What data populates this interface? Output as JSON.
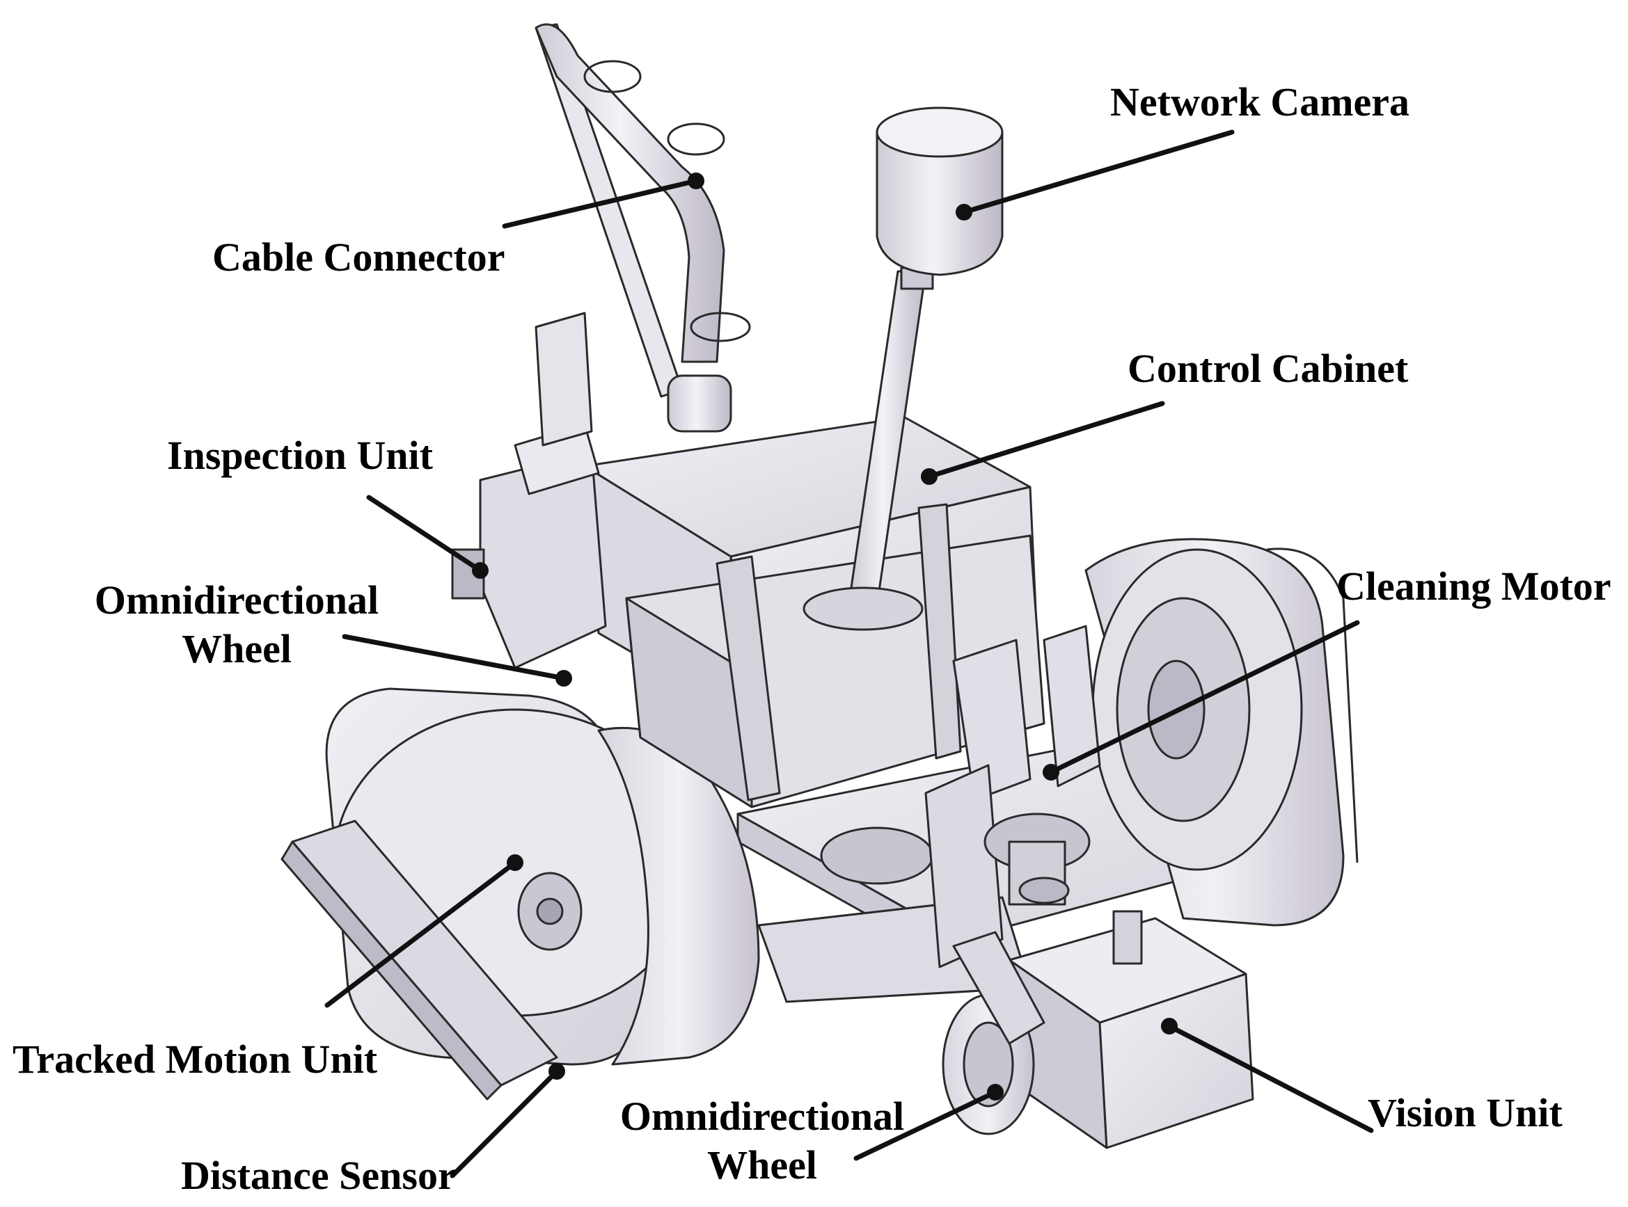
{
  "diagram": {
    "labels": {
      "network_camera": "Network Camera",
      "cable_connector": "Cable Connector",
      "control_cabinet": "Control Cabinet",
      "inspection_unit": "Inspection Unit",
      "omni_wheel_top_line1": "Omnidirectional",
      "omni_wheel_top_line2": "Wheel",
      "cleaning_motor": "Cleaning Motor",
      "tracked_motion_unit": "Tracked Motion Unit",
      "distance_sensor": "Distance Sensor",
      "omni_wheel_bottom_line1": "Omnidirectional",
      "omni_wheel_bottom_line2": "Wheel",
      "vision_unit": "Vision Unit"
    },
    "colors": {
      "line": "#111111",
      "body_fill": "#e7e4ec",
      "body_shade": "#cdc9d4",
      "outline": "#2a2a2a"
    }
  }
}
